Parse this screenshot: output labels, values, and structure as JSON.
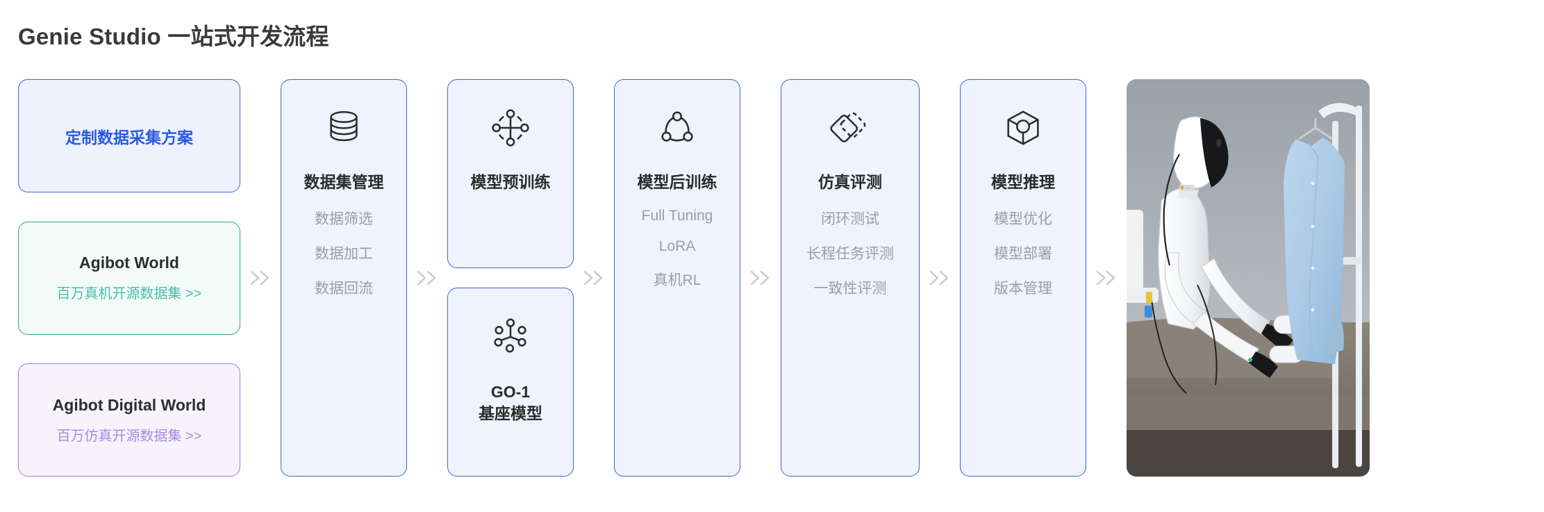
{
  "page": {
    "title": "Genie Studio 一站式开发流程"
  },
  "left_column": {
    "collect_card": {
      "label": "定制数据采集方案",
      "accent": "#2b5ae0"
    },
    "datasets": [
      {
        "name": "Agibot World",
        "subtitle": "百万真机开源数据集 >>",
        "accent": "#2aa596"
      },
      {
        "name": "Agibot Digital World",
        "subtitle": "百万仿真开源数据集 >>",
        "accent": "#a07adf"
      }
    ]
  },
  "separator": {
    "glyph": "»",
    "color": "#c9cdd4"
  },
  "stages": [
    {
      "title": "数据集管理",
      "icon": "database-icon",
      "items": [
        "数据筛选",
        "数据加工",
        "数据回流"
      ]
    },
    {
      "title": "模型预训练",
      "icon": "pretrain-node-icon",
      "items": [],
      "sub_card": {
        "title_line1": "GO-1",
        "title_line2": "基座模型",
        "icon": "network-nodes-icon"
      }
    },
    {
      "title": "模型后训练",
      "icon": "triangle-nodes-icon",
      "items": [
        "Full Tuning",
        "LoRA",
        "真机RL"
      ]
    },
    {
      "title": "仿真评测",
      "icon": "dual-diamond-icon",
      "items": [
        "闭环测试",
        "长程任务评测",
        "一致性评测"
      ]
    },
    {
      "title": "模型推理",
      "icon": "cube-core-icon",
      "items": [
        "模型优化",
        "模型部署",
        "版本管理"
      ]
    }
  ],
  "photo": {
    "alt": "humanoid robot folding blue shirt on clothing rack"
  },
  "colors": {
    "card_bg": "#eef3fd",
    "card_border": "#3b63e0",
    "title_text": "#3a3a3a",
    "item_text": "#9a9ea6"
  }
}
